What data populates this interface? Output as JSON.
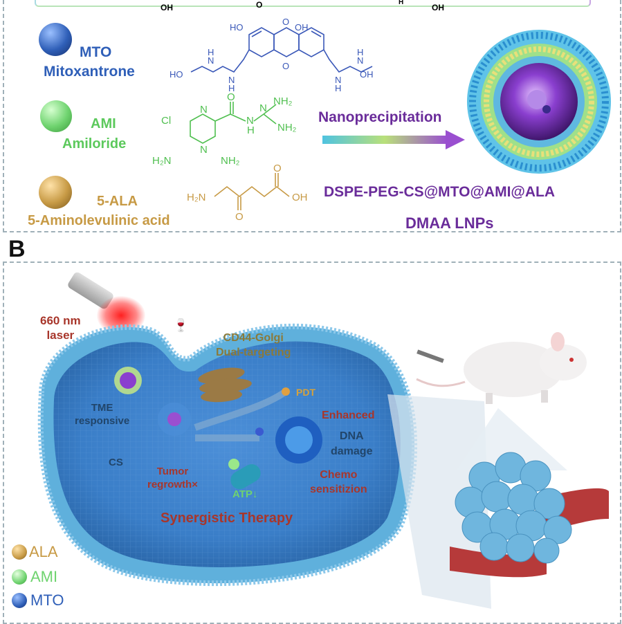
{
  "panel_a": {
    "top_strip": {
      "labels": [
        "OH",
        "O",
        "H",
        "OH"
      ],
      "gradient_colors": [
        "#7fd6e0",
        "#b7e3a0",
        "#c79be0"
      ]
    },
    "compounds": [
      {
        "abbr": "MTO",
        "name": "Mitoxantrone",
        "color": "#2f5fb8",
        "atoms": {
          "ho_left": "HO",
          "oh_top_left": "HO",
          "oh_top_right": "OH",
          "o_top": "O",
          "o_bottom": "O",
          "n1": "N",
          "h1": "H",
          "n2": "N",
          "h2": "H",
          "n3": "N",
          "h3": "H",
          "n4": "N",
          "h4": "H",
          "oh_right": "OH"
        }
      },
      {
        "abbr": "AMI",
        "name": "Amiloride",
        "color": "#5cc95c",
        "atoms": {
          "cl": "Cl",
          "n_ring_top": "N",
          "n_ring_bottom": "N",
          "h2n": "H₂N",
          "nh2_ring": "NH₂",
          "o": "O",
          "nh": "N",
          "h": "H",
          "n_eq": "N",
          "nh2_top": "NH₂",
          "nh2_right": "NH₂"
        }
      },
      {
        "abbr": "5-ALA",
        "name": "5-Aminolevulinic acid",
        "color": "#c79a45",
        "atoms": {
          "h2n": "H₂N",
          "o_ketone": "O",
          "o_acid": "O",
          "oh": "OH"
        }
      }
    ],
    "process_label": "Nanoprecipitation",
    "product_formula": "DSPE-PEG-CS@MTO@AMI@ALA",
    "product_name": "DMAA LNPs",
    "accent_color": "#6a2c9a"
  },
  "panel_b": {
    "label": "B",
    "laser": "660 nm\nlaser",
    "targeting": "CD44-Golgi\nDual-targeting",
    "tme": "TME\nresponsive",
    "cs": "CS",
    "pdt": "PDT",
    "enhanced": "Enhanced",
    "dna_damage": "DNA\ndamage",
    "tumor_regrowth": "Tumor\nregrowth×",
    "atp": "ATP↓",
    "chemo": "Chemo\nsensitizion",
    "synergistic": "Synergistic Therapy",
    "legend": [
      {
        "label": "ALA",
        "color": "#c79a45"
      },
      {
        "label": "AMI",
        "color": "#6fd36f"
      },
      {
        "label": "MTO",
        "color": "#2f5fb8"
      }
    ],
    "cell_color": "#5fb0dc",
    "text_red": "#a8362b"
  }
}
